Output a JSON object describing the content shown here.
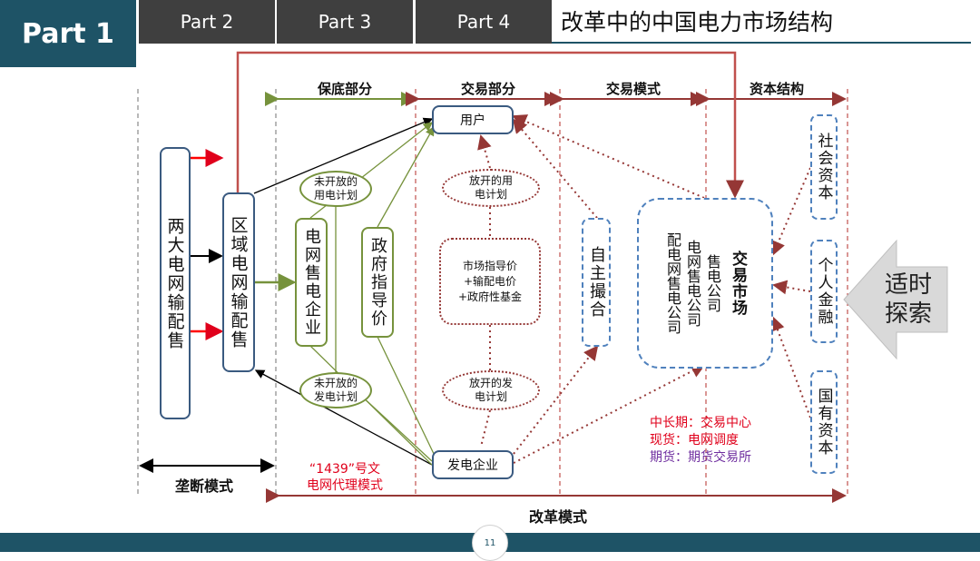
{
  "header": {
    "active_tab": "Part 1",
    "tabs": [
      "Part 2",
      "Part 3",
      "Part 4"
    ],
    "title": "改革中的中国电力市场结构"
  },
  "sections": {
    "baodi": "保底部分",
    "jiaoyi_part": "交易部分",
    "jiaoyi_mode": "交易模式",
    "capital": "资本结构"
  },
  "nodes": {
    "liangda": "两大电网输配售",
    "quyu": "区域电网输配售",
    "grid_sale": "电网售电企业",
    "gov_price": "政府指导价",
    "unopened_use": "未开放的用电计划",
    "unopened_gen": "未开放的发电计划",
    "user": "用户",
    "opened_use": "放开的用电计划",
    "market_price": [
      "市场指导价",
      "+输配电价",
      "+政府性基金"
    ],
    "opened_gen": "放开的发电计划",
    "generator": "发电企业",
    "self_match": "自主撮合",
    "companies": [
      "配电网售电公司",
      "电网售电公司",
      "售电公司"
    ],
    "exchange": "交易市场",
    "social_capital": "社会资本",
    "personal_finance": "个人金融",
    "state_capital": "国有资本"
  },
  "notes": {
    "doc_1439": "“1439”号文",
    "grid_agent": "电网代理模式",
    "mid_long": "中长期：交易中心",
    "spot": "现货：电网调度",
    "futures": "期货：期货交易所"
  },
  "bottom": {
    "monopoly": "垄断模式",
    "reform": "改革模式"
  },
  "side_arrow": {
    "text": "适时探索"
  },
  "footer": {
    "page": "11"
  },
  "colors": {
    "header_teal": "#1e5366",
    "tab_gray": "#3f3f3f",
    "green": "#76923c",
    "dark_red": "#953735",
    "blue": "#4f81bd",
    "red_text": "#e0001b",
    "purple_text": "#7030a0",
    "bright_red": "#ff0000"
  }
}
